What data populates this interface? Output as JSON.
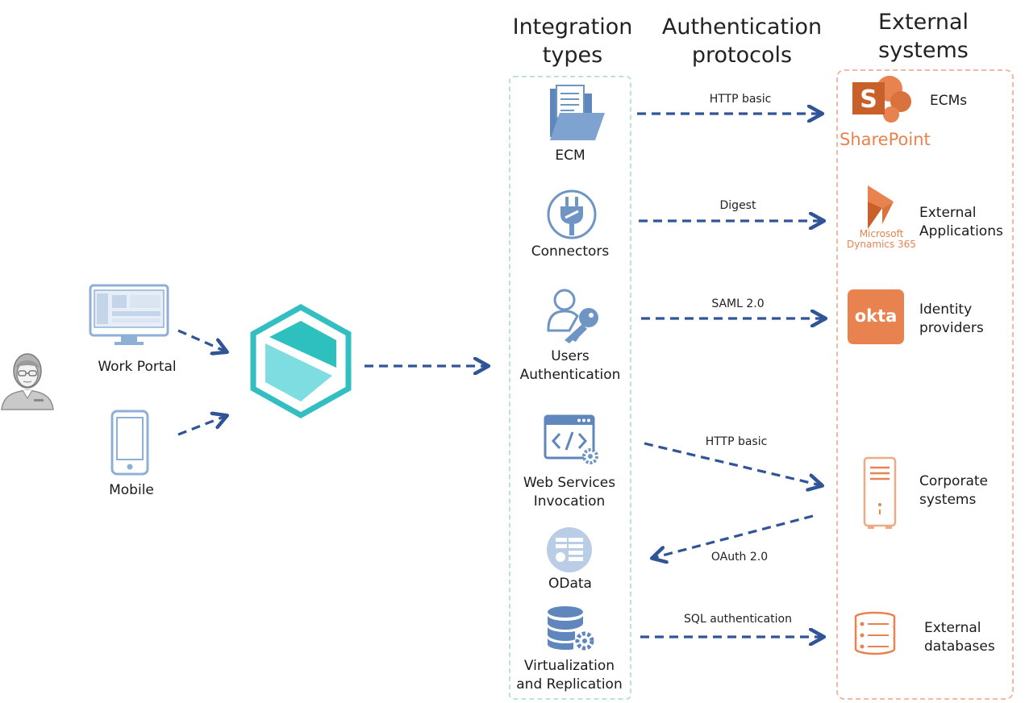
{
  "headers": {
    "integration": "Integration\ntypes",
    "authentication": "Authentication\nprotocols",
    "external": "External\nsystems"
  },
  "clients": {
    "work_portal": "Work Portal",
    "mobile": "Mobile"
  },
  "integrations": {
    "ecm": "ECM",
    "connectors": "Connectors",
    "users_auth": "Users\nAuthentication",
    "web_services": "Web Services\nInvocation",
    "odata": "OData",
    "virtualization": "Virtualization\nand Replication"
  },
  "protocols": {
    "http_basic_1": "HTTP basic",
    "digest": "Digest",
    "saml": "SAML 2.0",
    "http_basic_2": "HTTP basic",
    "oauth": "OAuth 2.0",
    "sql": "SQL authentication"
  },
  "external": {
    "ecms": "ECMs",
    "sharepoint_logo_text": "SharePoint",
    "external_apps": "External\nApplications",
    "dynamics_logo_text_1": "Microsoft",
    "dynamics_logo_text_2": "Dynamics 365",
    "identity": "Identity\nproviders",
    "okta_logo_text": "okta",
    "corporate": "Corporate\nsystems",
    "databases": "External\ndatabases"
  },
  "colors": {
    "arrow": "#2f5597",
    "teal_dark": "#2ebfbf",
    "teal_light": "#7ddde0",
    "icon_blue": "#6f95c4",
    "orange": "#e8834f",
    "teal_border": "#b8e3df",
    "orange_border": "#f4b9a3"
  }
}
